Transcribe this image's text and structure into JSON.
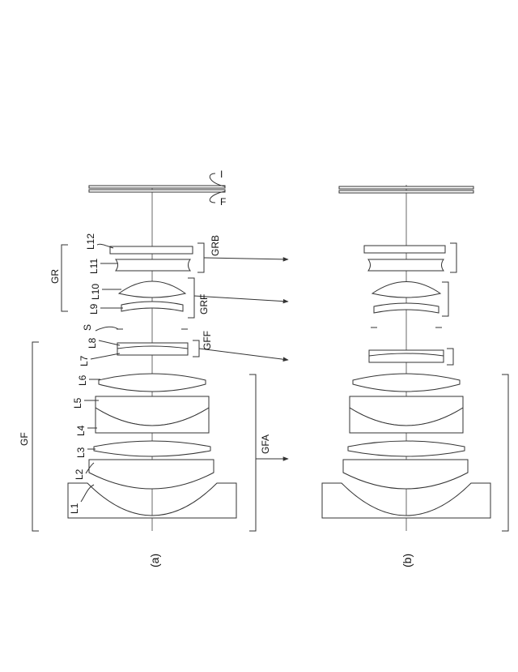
{
  "figure": {
    "panel_a": {
      "caption": "(a)",
      "lens_labels": [
        "L1",
        "L2",
        "L3",
        "L4",
        "L5",
        "L6",
        "L7",
        "L8",
        "L9",
        "L10",
        "L11",
        "L12"
      ],
      "stop_label": "S",
      "image_label": "I",
      "filter_label": "F",
      "group_labels": {
        "GF": "GF",
        "GFA": "GFA",
        "GFF": "GFF",
        "GR": "GR",
        "GRF": "GRF",
        "GRB": "GRB"
      }
    },
    "panel_b": {
      "caption": "(b)"
    }
  }
}
